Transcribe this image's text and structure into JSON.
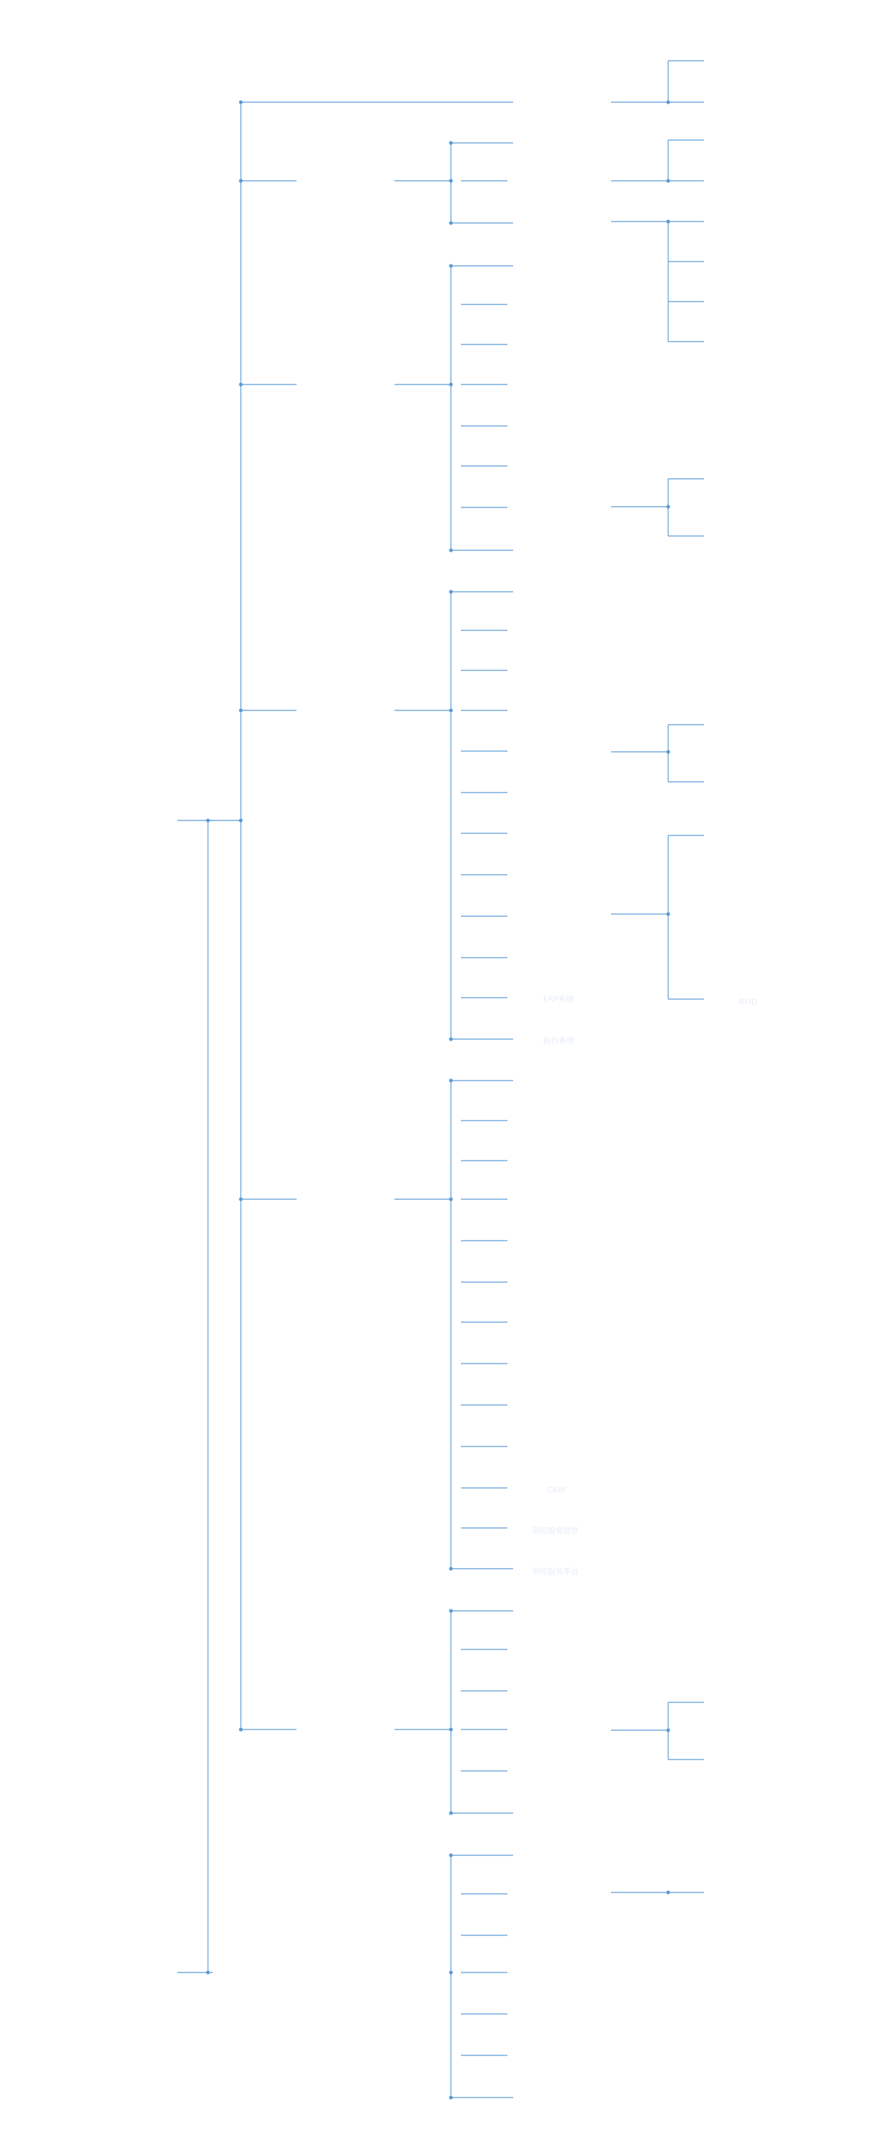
{
  "diagram": {
    "line_color": "#5b9bd5",
    "label_color": "#e6edf7",
    "visible_labels": {
      "erp_system": "ERP系统",
      "mes_system": "执行系统",
      "rfid": "RFID",
      "crm": "CRM",
      "lab_management_a": "测控服务软件",
      "lab_management_b": "测控服务平台"
    }
  }
}
